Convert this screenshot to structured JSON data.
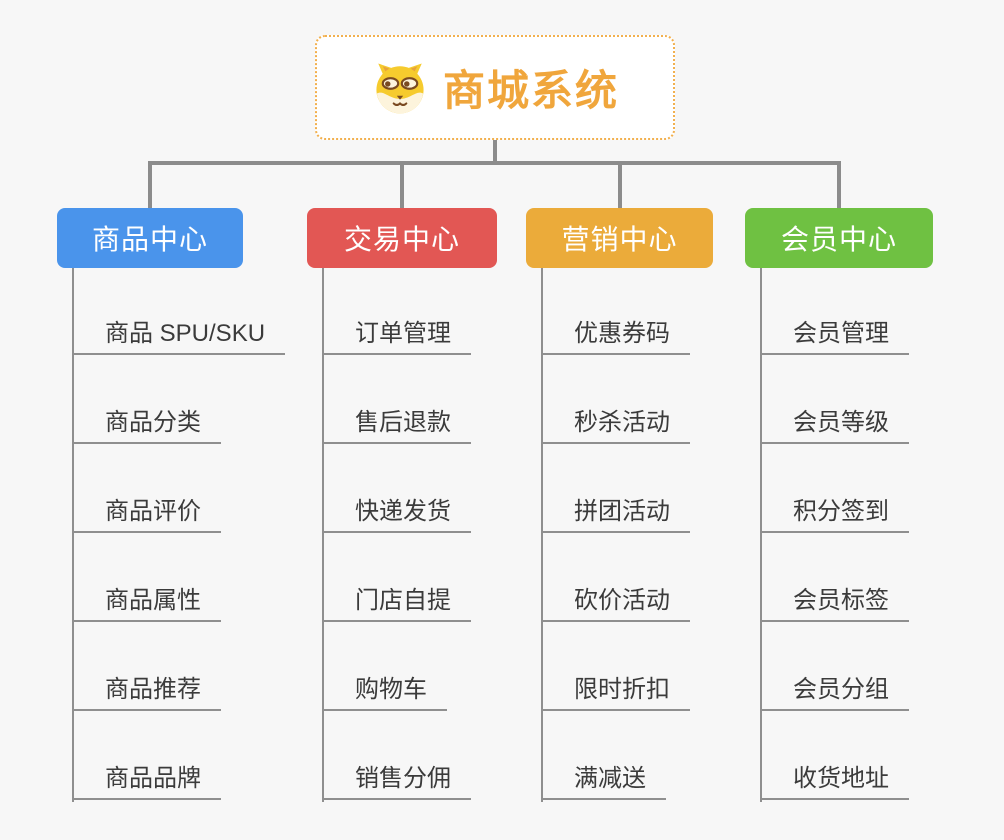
{
  "root": {
    "title": "商城系统",
    "icon": "dog-face-icon"
  },
  "colors": {
    "background": "#F7F7F7",
    "root_border": "#F2B04E",
    "root_text": "#F0A63C",
    "connector": "#8C8C8C",
    "leaf_line": "#8F8F8F",
    "leaf_text": "#3B3B3B",
    "branch_text": "#FFFFFF"
  },
  "branches": [
    {
      "label": "商品中心",
      "color": "#4A94EB",
      "items": [
        "商品 SPU/SKU",
        "商品分类",
        "商品评价",
        "商品属性",
        "商品推荐",
        "商品品牌"
      ]
    },
    {
      "label": "交易中心",
      "color": "#E25754",
      "items": [
        "订单管理",
        "售后退款",
        "快递发货",
        "门店自提",
        "购物车",
        "销售分佣"
      ]
    },
    {
      "label": "营销中心",
      "color": "#EBAB3A",
      "items": [
        "优惠券码",
        "秒杀活动",
        "拼团活动",
        "砍价活动",
        "限时折扣",
        "满减送"
      ]
    },
    {
      "label": "会员中心",
      "color": "#6FC142",
      "items": [
        "会员管理",
        "会员等级",
        "积分签到",
        "会员标签",
        "会员分组",
        "收货地址"
      ]
    }
  ]
}
